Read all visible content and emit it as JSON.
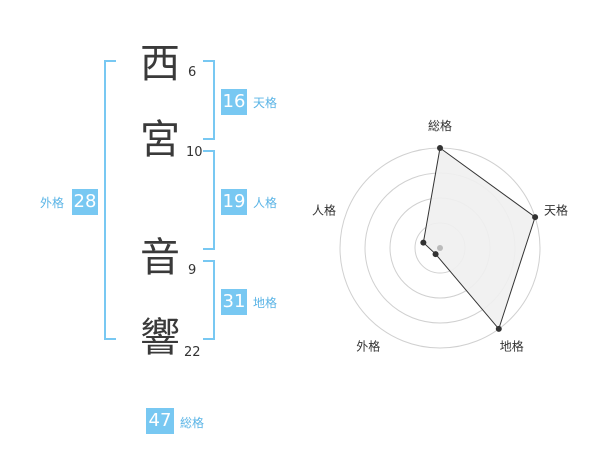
{
  "name": {
    "chars": [
      {
        "char": "西",
        "strokes": "6"
      },
      {
        "char": "宮",
        "strokes": "10"
      },
      {
        "char": "音",
        "strokes": "9"
      },
      {
        "char": "響",
        "strokes": "22"
      }
    ]
  },
  "kaku": {
    "tenkaku": {
      "value": "16",
      "label": "天格"
    },
    "jinkaku": {
      "value": "19",
      "label": "人格"
    },
    "chikaku": {
      "value": "31",
      "label": "地格"
    },
    "gaikaku": {
      "value": "28",
      "label": "外格"
    },
    "soukaku": {
      "value": "47",
      "label": "総格"
    }
  },
  "chart_data": {
    "type": "radar",
    "axes": [
      "総格",
      "天格",
      "地格",
      "外格",
      "人格"
    ],
    "values": [
      47,
      16,
      31,
      28,
      19
    ],
    "plotted_levels": [
      4,
      4,
      4,
      0.3,
      0.7
    ],
    "rings": 4,
    "colors": {
      "fill": "#efefef",
      "line": "#333333",
      "ring": "#d0d0d0",
      "point": "#333333",
      "center": "#bbbbbb"
    }
  },
  "colors": {
    "accent": "#78c8f2",
    "label": "#5ab4e6",
    "text": "#333333"
  }
}
